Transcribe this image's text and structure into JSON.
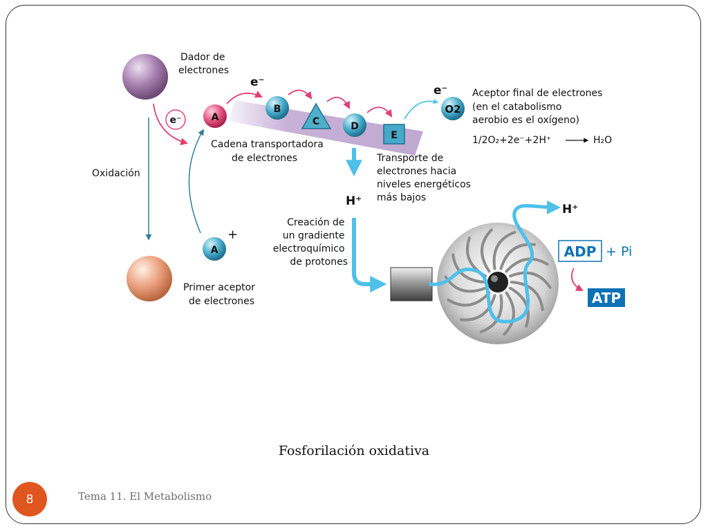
{
  "diagram": {
    "labels": {
      "donor": [
        "Dador de",
        "electrones"
      ],
      "oxidation": "Oxidación",
      "first_acceptor": [
        "Primer aceptor",
        "de electrones"
      ],
      "chain": [
        "Cadena transportadora",
        "de electrones"
      ],
      "transport": [
        "Transporte de",
        "electrones hacia",
        "niveles energéticos",
        "más bajos"
      ],
      "final_acceptor": [
        "Aceptor final de electrones",
        "(en el catabolismo",
        "aerobio es el oxígeno)"
      ],
      "gradient": [
        "Creación de",
        "un gradiente",
        "electroquímico",
        "de protones"
      ]
    },
    "carriers": {
      "a": "A",
      "b": "B",
      "c": "C",
      "d": "D",
      "e": "E",
      "o2": "O2",
      "a_plus": "A"
    },
    "symbols": {
      "electron": "e⁻",
      "proton": "H⁺",
      "plus": "+"
    },
    "equation": {
      "left": "1/2O₂+2e⁻+2H⁺",
      "right": "H₂O"
    },
    "atp_synthase": {
      "adp": "ADP",
      "pi": "+ Pi",
      "atp": "ATP"
    },
    "colors": {
      "donor": "#9b6fa6",
      "acceptor": "#e3906a",
      "carrier_a": "#e0457a",
      "carrier_chain": "#3aa7c9",
      "chain_band": "#c9b2d8",
      "proton_arrow": "#4ec0ea",
      "electron_arrow": "#e33f73",
      "atp_blue": "#0d72b5"
    }
  },
  "caption": "Fosforilación oxidativa",
  "footer": {
    "page_number": "8",
    "text": "Tema 11. El Metabolismo"
  }
}
